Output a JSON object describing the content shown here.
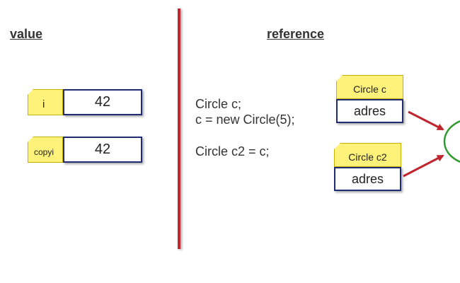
{
  "headings": {
    "value": "value",
    "reference": "reference"
  },
  "value_vars": [
    {
      "name": "i",
      "value": "42"
    },
    {
      "name": "copyi",
      "value": "42"
    }
  ],
  "code": {
    "line1": "Circle c;",
    "line2": "c = new Circle(5);",
    "line3": "Circle c2 = c;"
  },
  "ref_vars": [
    {
      "name": "Circle c",
      "value": "adres"
    },
    {
      "name": "Circle c2",
      "value": "adres"
    }
  ],
  "colors": {
    "divider": "#c0262d",
    "tag_fill": "#fff27a",
    "box_border": "#1f2b73",
    "arrow": "#c0262d",
    "object_circle": "#2e9a2e"
  }
}
